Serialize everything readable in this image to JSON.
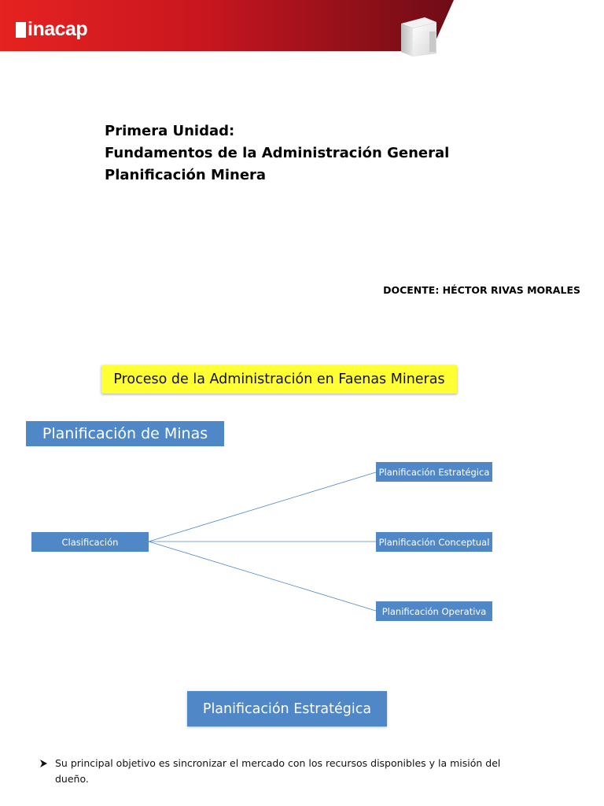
{
  "header": {
    "logo_text": "inacap",
    "brand_color": "#e1251b",
    "brand_color_dark": "#7d0f18"
  },
  "title": {
    "line1": "Primera Unidad:",
    "line2": "Fundamentos de la Administración General",
    "line3": "Planificación Minera"
  },
  "docente": "DOCENTE: HÉCTOR RIVAS MORALES",
  "process_title": "Proceso de la Administración en Faenas Mineras",
  "section_minas": "Planificación de Minas",
  "diagram": {
    "root": "Clasificación",
    "children": [
      "Planificación Estratégica",
      "Planificación Conceptual",
      "Planificación Operativa"
    ],
    "node_color": "#4f87c7",
    "connector_color": "#4f87c7"
  },
  "section_estrategica": "Planificación Estratégica",
  "bullet": {
    "icon": "arrow-bullet-icon",
    "text": "Su principal objetivo es sincronizar el mercado con los recursos disponibles y la misión del dueño."
  }
}
